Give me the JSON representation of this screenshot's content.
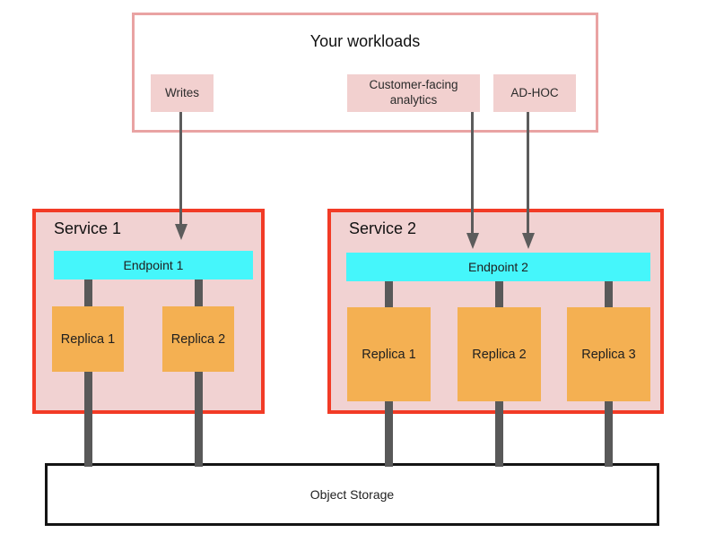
{
  "diagram_title": "Your workloads",
  "workloads": {
    "title": "Your workloads",
    "chips": [
      {
        "label": "Writes"
      },
      {
        "label": "Customer-facing analytics"
      },
      {
        "label": "AD-HOC"
      }
    ]
  },
  "services": [
    {
      "name": "Service 1",
      "endpoint": "Endpoint 1",
      "replicas": [
        "Replica 1",
        "Replica 2"
      ]
    },
    {
      "name": "Service 2",
      "endpoint": "Endpoint 2",
      "replicas": [
        "Replica 1",
        "Replica 2",
        "Replica 3"
      ]
    }
  ],
  "storage": {
    "label": "Object Storage"
  },
  "colors": {
    "workloads_border": "#e9a3a3",
    "chip_fill": "#f2d0cf",
    "service_border": "#f23b26",
    "service_fill": "#f1d2d2",
    "endpoint_fill": "#45f6fb",
    "replica_fill": "#f4b052",
    "connector_gray": "#595959",
    "arrow_gray": "#5c5c5c",
    "storage_border": "#141414"
  }
}
